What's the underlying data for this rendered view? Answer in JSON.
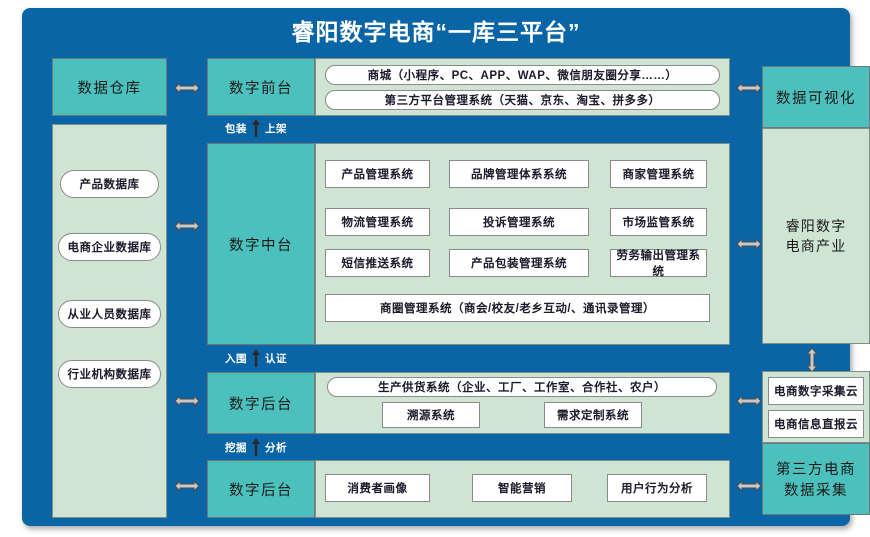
{
  "title": "睿阳数字电商“一库三平台”",
  "colors": {
    "background_blue": "#0a65a6",
    "teal": "#4cc0bd",
    "light_green": "#cfe4d3",
    "white": "#ffffff",
    "title_text": "#ffffff"
  },
  "left_column": {
    "header": "数据仓库",
    "databases": [
      {
        "label": "产品数据库"
      },
      {
        "label": "电商企业数据库"
      },
      {
        "label": "从业人员数据库"
      },
      {
        "label": "行业机构数据库"
      }
    ]
  },
  "center_column": {
    "sections": [
      {
        "name": "数字前台",
        "items": [
          "商城（小程序、PC、APP、WAP、微信朋友圈分享……）",
          "第三方平台管理系统（天猫、京东、淘宝、拼多多）"
        ]
      },
      {
        "name": "数字中台",
        "grid": [
          "产品管理系统",
          "品牌管理体系系统",
          "商家管理系统",
          "物流管理系统",
          "投诉管理系统",
          "市场监管系统",
          "短信推送系统",
          "产品包装管理系统",
          "劳务输出管理系统"
        ],
        "wide_item": "商圈管理系统（商会/校友/老乡互动/、通讯录管理）"
      },
      {
        "name": "数字后台",
        "pill_item": "生产供货系统（企业、工厂、工作室、合作社、农户）",
        "items": [
          "溯源系统",
          "需求定制系统"
        ]
      },
      {
        "name": "数字后台",
        "items": [
          "消费者画像",
          "智能营销",
          "用户行为分析"
        ]
      }
    ],
    "flow_labels": [
      {
        "left": "包装",
        "right": "上架"
      },
      {
        "left": "入围",
        "right": "认证"
      },
      {
        "left": "挖掘",
        "right": "分析"
      }
    ]
  },
  "right_column": {
    "visualization_header": "数据可视化",
    "industry_body": "睿阳数字\n电商产业",
    "industry_line1": "睿阳数字",
    "industry_line2": "电商产业",
    "cloud_items": [
      "电商数字采集云",
      "电商信息直报云"
    ],
    "third_party_line1": "第三方电商",
    "third_party_line2": "数据采集"
  },
  "icons": {
    "h_arrow": "double-horizontal-arrow-icon",
    "v_arrow": "double-vertical-arrow-icon",
    "up_arrow": "up-arrow-icon"
  }
}
